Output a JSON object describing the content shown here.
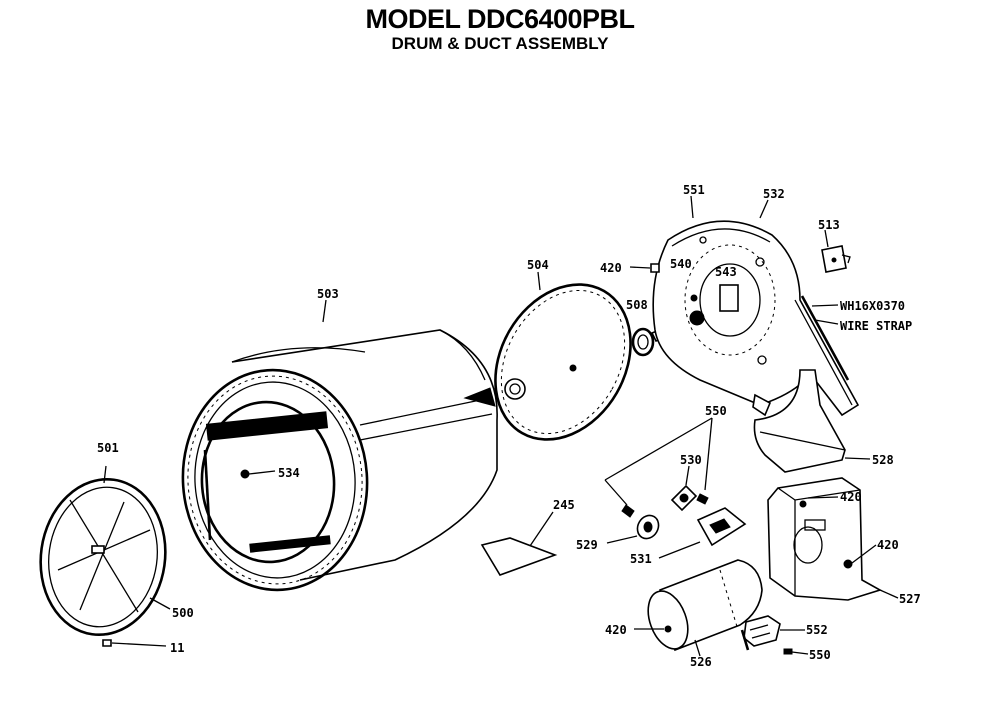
{
  "header": {
    "title": "MODEL DDC6400PBL",
    "subtitle": "DRUM & DUCT ASSEMBLY"
  },
  "diagram": {
    "labels": {
      "p501": "501",
      "p500": "500",
      "p11": "11",
      "p503": "503",
      "p534": "534",
      "p504": "504",
      "p508": "508",
      "p420_top": "420",
      "p540": "540",
      "p543": "543",
      "p551": "551",
      "p532": "532",
      "p513": "513",
      "p_wire_part": "WH16X0370",
      "p_wire_name": "WIRE STRAP",
      "p528": "528",
      "p550_top": "550",
      "p530": "530",
      "p529": "529",
      "p531": "531",
      "p245": "245",
      "p420_mid1": "420",
      "p420_mid2": "420",
      "p527": "527",
      "p420_bottom": "420",
      "p526": "526",
      "p552": "552",
      "p550_bottom": "550"
    }
  }
}
